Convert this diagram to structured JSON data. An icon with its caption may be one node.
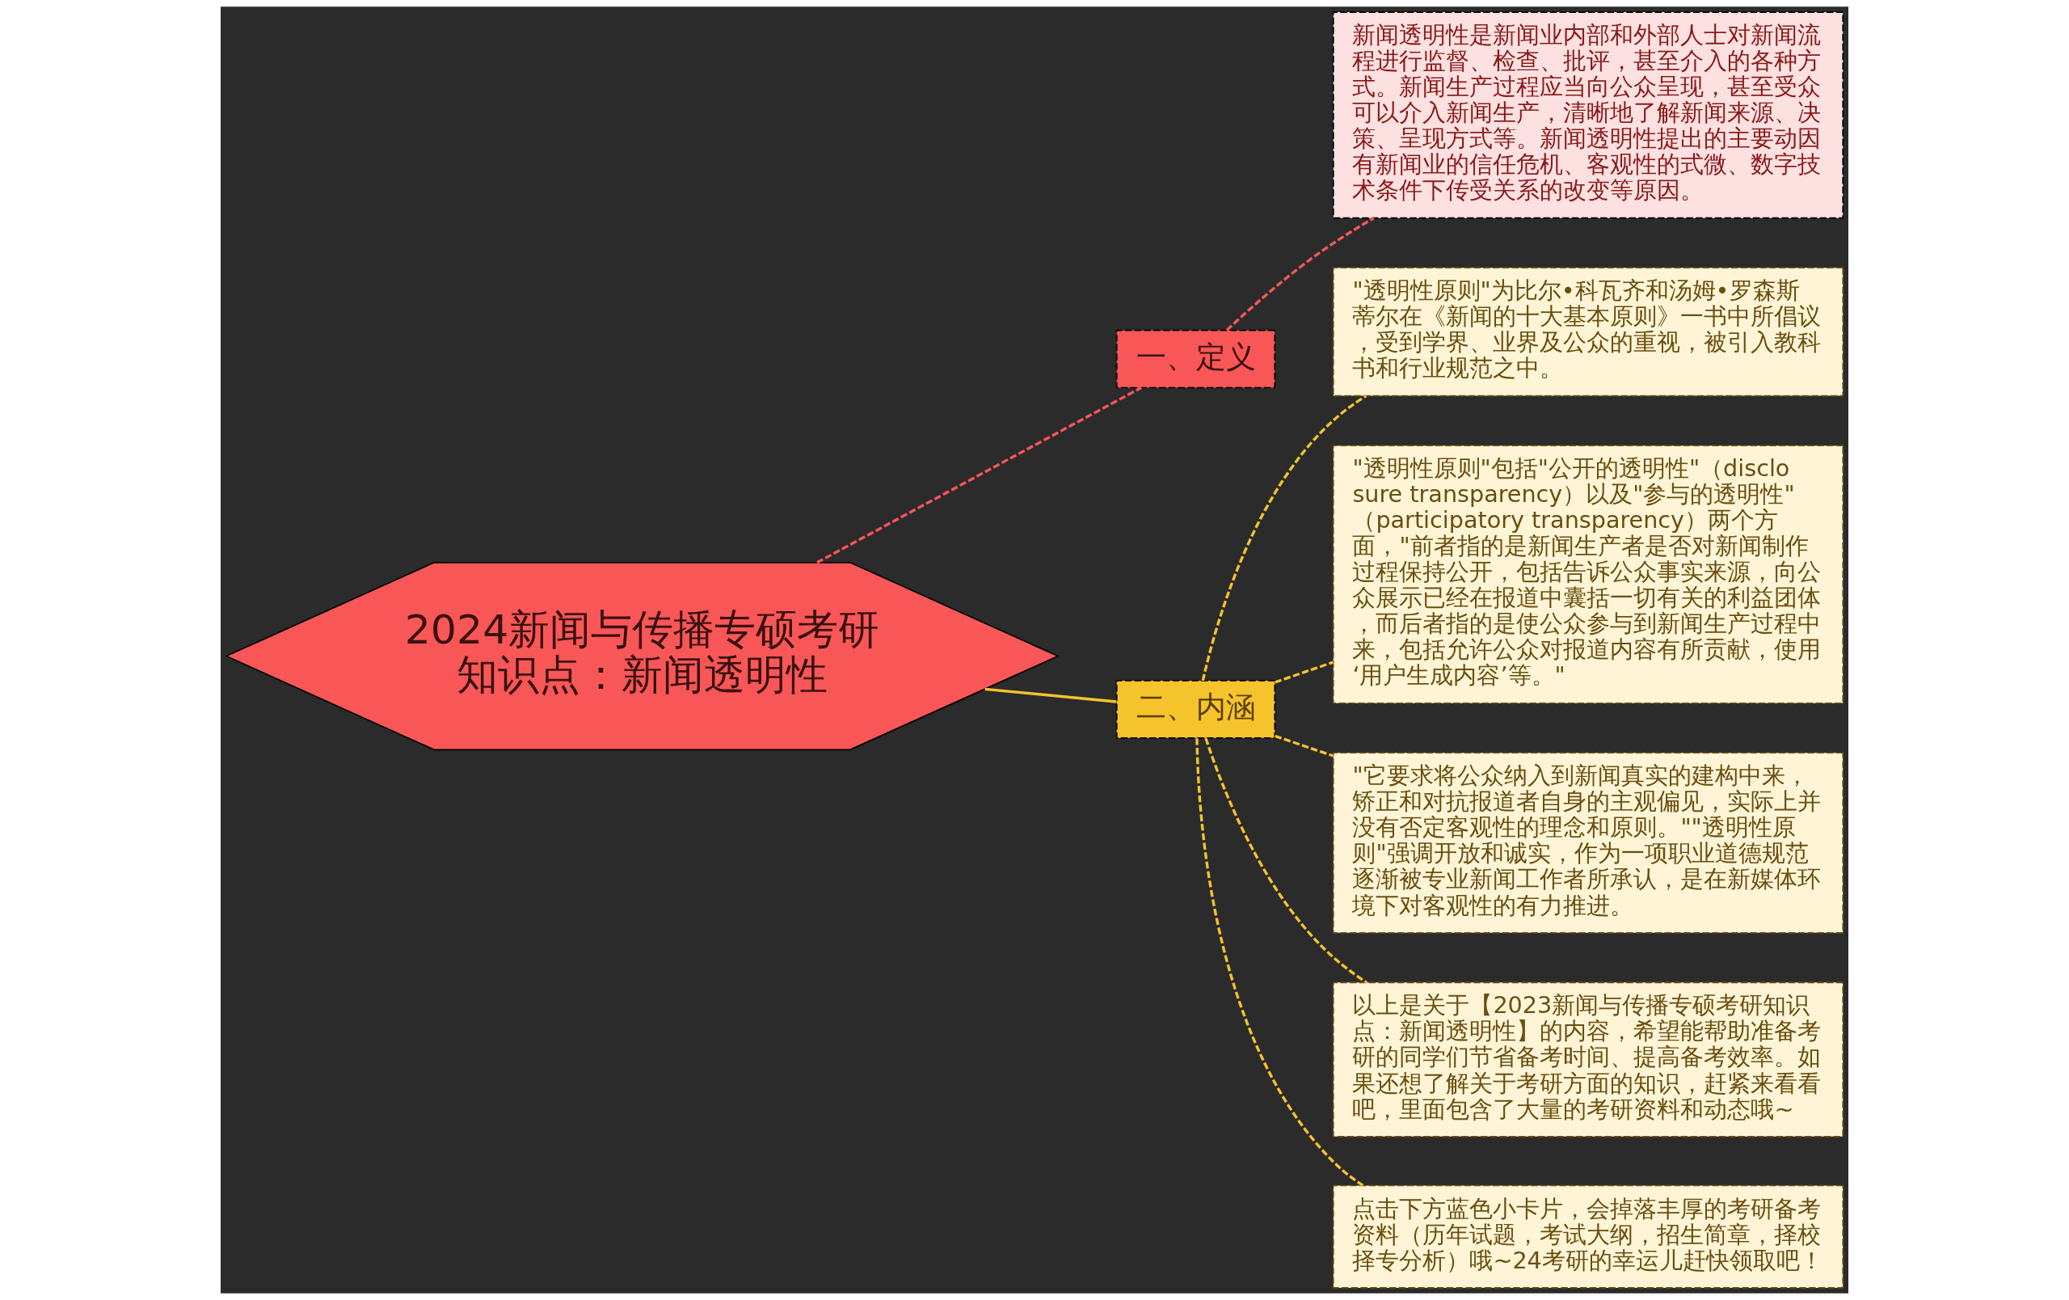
{
  "diagram": {
    "nodes": [
      {
        "text": [
          "2024新闻与传播专硕考研知识点：新闻透明性"
        ]
      },
      {
        "text": [
          "一、定义"
        ]
      },
      {
        "text": [
          "新闻透明性是新闻业内部和外部人士对新闻流程进行监督、检查、批评，甚至介入的各种方式。新闻生产过程应当向公众呈现，甚至受众可以介入新闻生产，清晰地了解新闻来源、决策、呈现方式等。新闻透明性提出的主要动因有新闻业的信任危机、客观性的式微、数字技术条件下传受关系的改变等原因。"
        ]
      },
      {
        "text": [
          "二、内涵"
        ]
      },
      {
        "text": [
          "\"透明性原则\"为比尔•科瓦齐和汤姆•罗森斯蒂尔在《新闻的十大基本原则》一书中所倡议，受到学界、业界及公众的重视，被引入教科书和行业规范之中。"
        ]
      },
      {
        "text": [
          "\"透明性原则\"包括\"公开的透明性\"（disclosure transparency）以及\"参与的透明性\"（participatory transparency）两个方面，\"前者指的是新闻生产者是否对新闻制作过程保持公开，包括告诉公众事实来源，向公众展示已经在报道中囊括一切有关的利益团体，而后者指的是使公众参与到新闻生产过程中来，包括允许公众对报道内容有所贡献，使用‘用户生成内容’等。\""
        ]
      },
      {
        "text": [
          "\"它要求将公众纳入到新闻真实的建构中来，矫正和对抗报道者自身的主观偏见，实际上并没有否定客观性的理念和原则。\"\"透明性原则\"强调开放和诚实，作为一项职业道德规范逐渐被专业新闻工作者所承认，是在新媒体环境下对客观性的有力推进。"
        ]
      },
      {
        "text": [
          "以上是关于【2023新闻与传播专硕考研知识点：新闻透明性】的内容，希望能帮助准备考研的同学们节省备考时间、提高备考效率。如果还想了解关于考研方面的知识，赶紧来看看吧，里面包含了大量的考研资料和动态哦~"
        ]
      },
      {
        "text": [
          "点击下方蓝色小卡片，会掉落丰厚的考研备考资料（历年试题，考试大纲，招生简章，择校择专分析）哦~24考研的幸运儿赶快领取吧！"
        ]
      }
    ],
    "edges": [
      {
        "from": 0,
        "to": 1,
        "arrow": "none",
        "style": "dashed",
        "color": "#f95757"
      },
      {
        "from": 1,
        "to": 2,
        "arrow": "none",
        "style": "dashed",
        "color": "#f95757"
      },
      {
        "from": 0,
        "to": 3,
        "arrow": "none"
      },
      {
        "from": 3,
        "to": 4,
        "arrow": "none",
        "style": "dashed"
      },
      {
        "from": 3,
        "to": 5,
        "arrow": "none",
        "style": "dashed"
      },
      {
        "from": 3,
        "to": 6,
        "arrow": "none",
        "style": "dashed"
      },
      {
        "from": 3,
        "to": 7,
        "arrow": "none",
        "style": "dashed"
      },
      {
        "from": 3,
        "to": 8,
        "arrow": "none",
        "style": "dashed"
      }
    ]
  }
}
